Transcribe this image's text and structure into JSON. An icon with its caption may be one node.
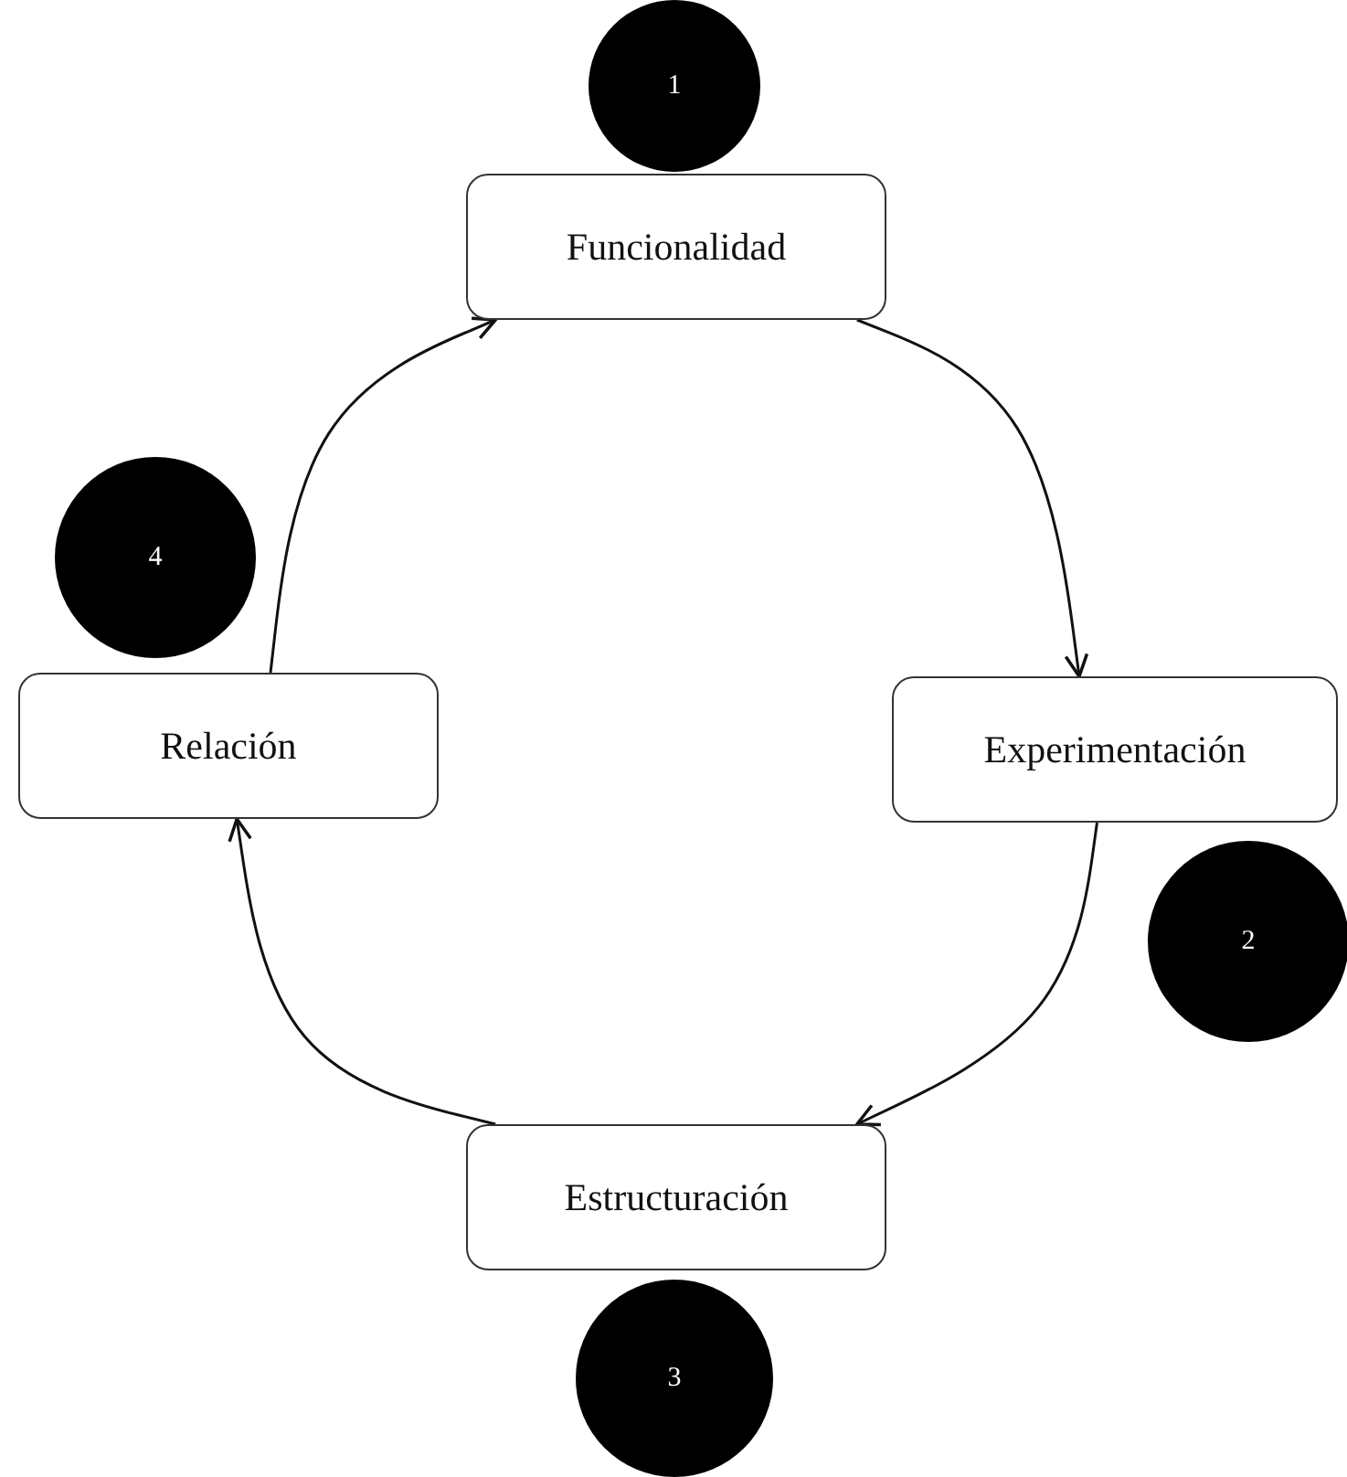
{
  "diagram": {
    "nodes": [
      {
        "text": [
          "1"
        ]
      },
      {
        "text": [
          "Funcionalidad"
        ]
      },
      {
        "text": [
          "4"
        ]
      },
      {
        "text": [
          "Relación"
        ]
      },
      {
        "text": [
          "Experimentación"
        ]
      },
      {
        "text": [
          "2"
        ]
      },
      {
        "text": [
          "Estructuración"
        ]
      },
      {
        "text": [
          "3"
        ]
      }
    ],
    "edges": [
      {
        "from": 1,
        "to": 4,
        "arrow": "to"
      },
      {
        "from": 4,
        "to": 6,
        "arrow": "to"
      },
      {
        "from": 6,
        "to": 3,
        "arrow": "to"
      },
      {
        "from": 3,
        "to": 1,
        "arrow": "to"
      }
    ]
  }
}
